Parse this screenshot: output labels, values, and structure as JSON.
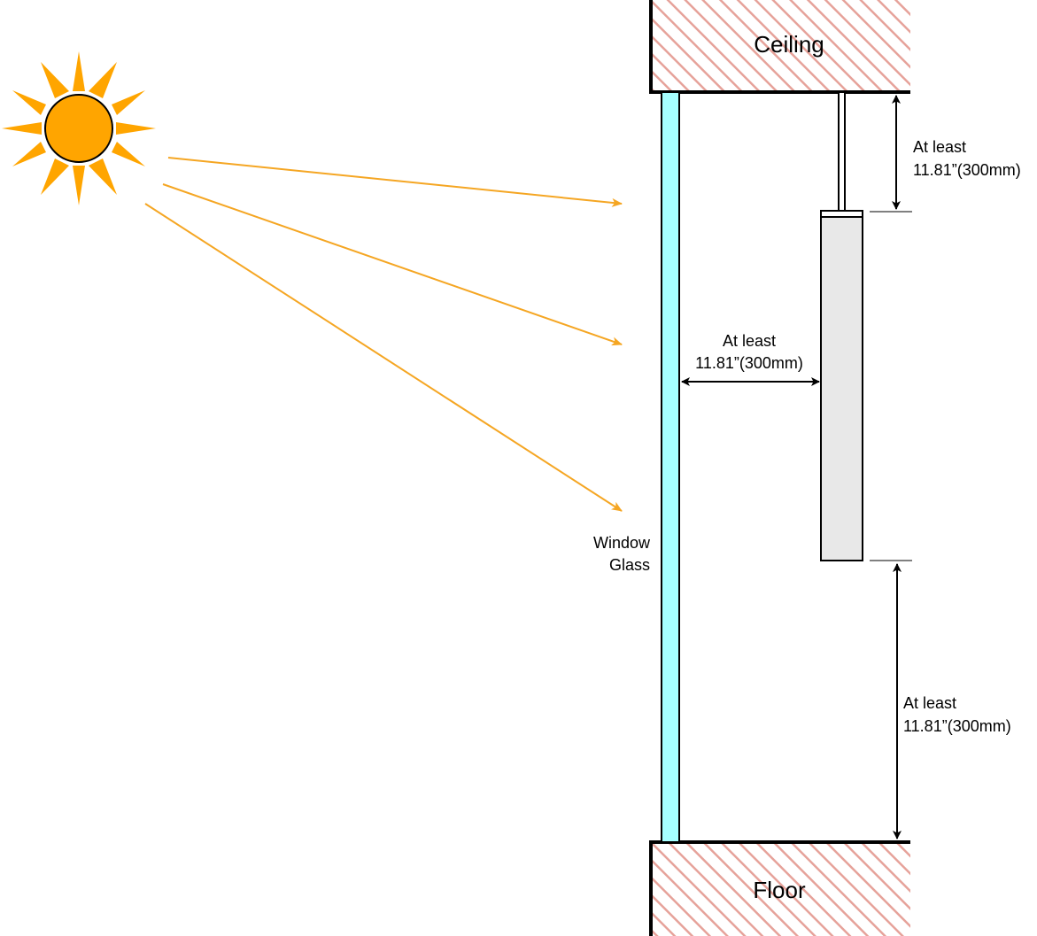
{
  "labels": {
    "ceiling": "Ceiling",
    "floor": "Floor",
    "window_line1": "Window",
    "window_line2": "Glass",
    "top_clearance_line1": "At least",
    "top_clearance_line2": "11.81”(300mm)",
    "side_clearance_line1": "At least",
    "side_clearance_line2": "11.81”(300mm)",
    "bottom_clearance_line1": "At least",
    "bottom_clearance_line2": "11.81”(300mm)"
  },
  "icons": {
    "sun": "sun-icon"
  },
  "colors": {
    "sun": "#ffa500",
    "sunlight_ray": "#f5a623",
    "window_glass": "#a6ffff",
    "hatch": "#e6a29a",
    "slab_fill": "#fbe3df",
    "device_fill": "#e8e8e8",
    "outline": "#000000"
  }
}
